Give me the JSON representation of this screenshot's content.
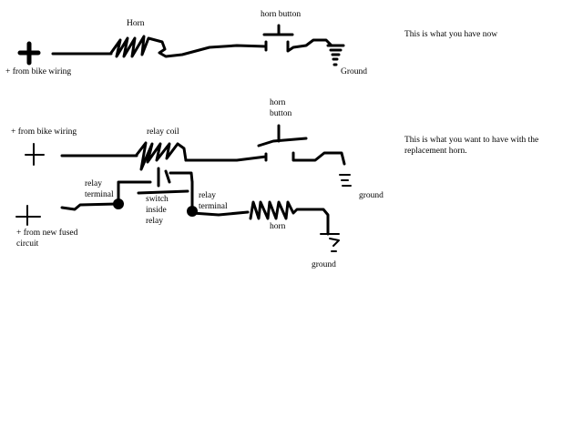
{
  "current": {
    "caption": "This is what you have now",
    "labels": {
      "horn": "Horn",
      "horn_button": "horn button",
      "positive": "+ from bike wiring",
      "ground": "Ground"
    }
  },
  "replacement": {
    "caption": "This is what you want to have with the replacement horn.",
    "labels": {
      "positive_bike": "+ from bike wiring",
      "relay_coil": "relay coil",
      "horn_button_line1": "horn",
      "horn_button_line2": "button",
      "relay_terminal_left_line1": "relay",
      "relay_terminal_left_line2": "terminal",
      "switch_line1": "switch",
      "switch_line2": "inside",
      "switch_line3": "relay",
      "relay_terminal_right_line1": "relay",
      "relay_terminal_right_line2": "terminal",
      "ground_button": "ground",
      "horn": "horn",
      "positive_fused_line1": "+ from new fused",
      "positive_fused_line2": "circuit",
      "ground_horn": "ground"
    }
  }
}
